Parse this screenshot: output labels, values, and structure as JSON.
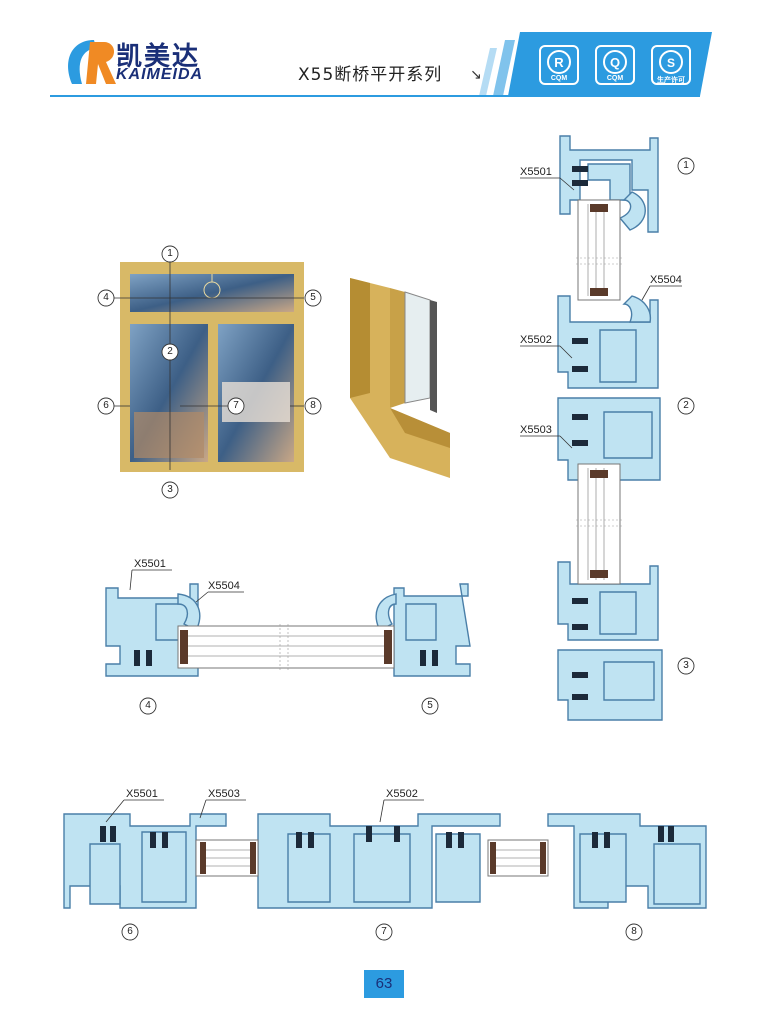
{
  "header": {
    "brand_cn": "凯美达",
    "brand_en": "KAIMEIDA",
    "series_title": "X55断桥平开系列",
    "arrow": "↘",
    "certifications": [
      {
        "icon": "r-cqm-icon",
        "text": "CQM"
      },
      {
        "icon": "q-cqm-icon",
        "text": "CQM"
      },
      {
        "icon": "qs-icon",
        "text": "生产许可"
      }
    ],
    "colors": {
      "accent_blue": "#2c9be0",
      "navy": "#1a2f78",
      "profile_fill": "#bfe3f2",
      "profile_stroke": "#4a7fa8"
    }
  },
  "window_callouts": [
    "1",
    "2",
    "3",
    "4",
    "5",
    "6",
    "7",
    "8"
  ],
  "sections": {
    "section1": {
      "number": "1",
      "labels": [
        "X5501"
      ]
    },
    "section2": {
      "number": "2",
      "labels": [
        "X5504",
        "X5502",
        "X5503"
      ]
    },
    "section3": {
      "number": "3"
    },
    "section4": {
      "number": "4",
      "labels": [
        "X5501",
        "X5504"
      ]
    },
    "section5": {
      "number": "5"
    },
    "section6": {
      "number": "6",
      "labels": [
        "X5501",
        "X5503"
      ]
    },
    "section7": {
      "number": "7",
      "labels": [
        "X5502"
      ]
    },
    "section8": {
      "number": "8"
    }
  },
  "page_number": "63"
}
